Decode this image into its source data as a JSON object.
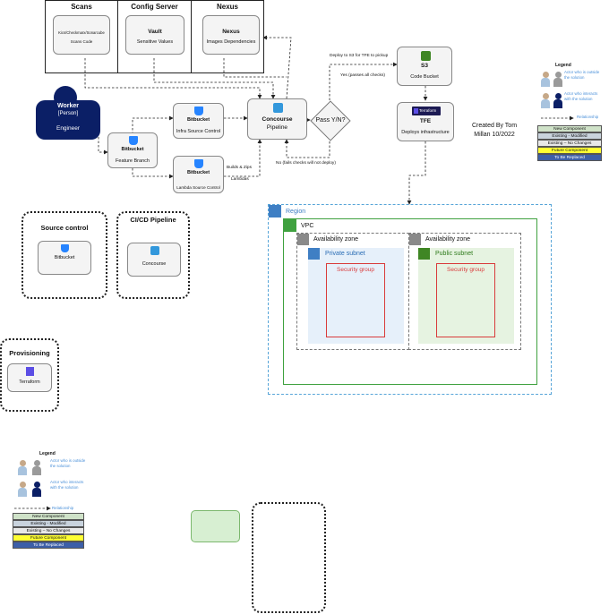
{
  "top_groups": {
    "scans": {
      "title": "Scans",
      "item_title": "Kics/Checkmarx/Sonarcube",
      "item_subtitle": "Scans Code"
    },
    "config_server": {
      "title": "Config Server",
      "item_title": "Vault",
      "item_subtitle": "Sensitive Values"
    },
    "nexus": {
      "title": "Nexus",
      "item_title": "Nexus",
      "item_subtitle": "Images Dependencies"
    }
  },
  "actor": {
    "name": "Worker",
    "type": "[Person]",
    "role": "Engineer"
  },
  "nodes": {
    "feature_branch": {
      "title": "Bitbucket",
      "subtitle": "Feature Branch"
    },
    "infra_source": {
      "title": "Bitbucket",
      "subtitle": "Infra Source Control"
    },
    "lambda_source": {
      "title": "Bitbucket",
      "subtitle": "Lambda Source Control"
    },
    "concourse": {
      "title": "Concourse",
      "subtitle": "Pipeline"
    },
    "decision": {
      "label": "Pass Y/N?"
    },
    "s3": {
      "title": "S3",
      "subtitle": "Code Bucket"
    },
    "tfe": {
      "title": "TFE",
      "subtitle": "Deploys infrastructure",
      "logo_text": "Terraform"
    }
  },
  "edge_labels": {
    "builds": "Builds & Zips",
    "lambdas": "Lambdas",
    "deploy_s3": "Deploy to S3 for TFE to pickup",
    "yes": "Yes (passes all checks)",
    "no": "No (fails checks will not deploy)"
  },
  "credit": "Created By Tom Millan 10/2022",
  "aws": {
    "region": "Region",
    "vpc": "VPC",
    "az_left": "Availability zone",
    "az_right": "Availability zone",
    "private_subnet": "Private subnet",
    "public_subnet": "Public subnet",
    "sg_left": "Security group",
    "sg_right": "Security group"
  },
  "categories": {
    "source_control": {
      "title": "Source control",
      "item": "Bitbucket"
    },
    "cicd": {
      "title": "CI/CD Pipeline",
      "item": "Concourse"
    },
    "provisioning": {
      "title": "Provisioning",
      "item": "Terraform"
    }
  },
  "legend": {
    "title": "Legend",
    "outside_actor": "Actor who is outside the solution",
    "inside_actor": "Actor who interacts with the solution",
    "relationship": "Relationship",
    "rows": [
      {
        "label": "New Component",
        "color": "#cfe2c8"
      },
      {
        "label": "Existing - Modified",
        "color": "#c9d3dd"
      },
      {
        "label": "Existing – No Changes",
        "color": "#e8e8e8"
      },
      {
        "label": "Future Component",
        "color": "#ffff33"
      },
      {
        "label": "To Be Replaced",
        "color": "#3d5fa8"
      }
    ]
  },
  "colors": {
    "bitbucket_blue": "#2684ff",
    "concourse_blue": "#3398dc",
    "s3_green": "#3f8624",
    "terraform_purple": "#5c4ee5",
    "actor_navy": "#0b1f66",
    "region_border": "#57a5d8",
    "vpc_green": "#3fa13f",
    "private_subnet_bg": "#e6f0fa",
    "public_subnet_bg": "#e6f3e1",
    "security_group_red": "#d93b3b",
    "legend_link": "#4a90d9"
  }
}
